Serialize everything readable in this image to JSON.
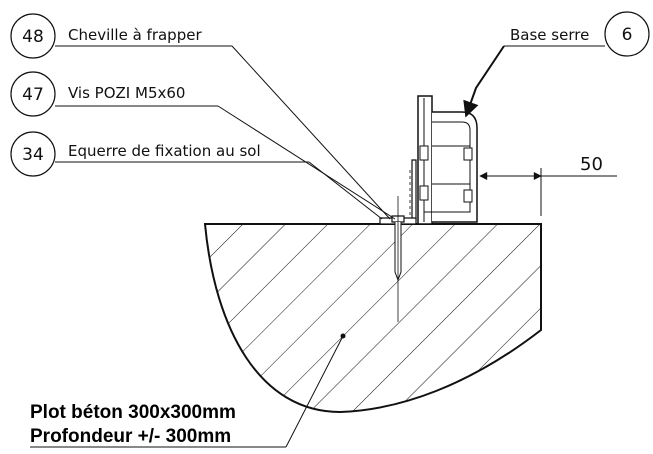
{
  "callouts": [
    {
      "number": "48",
      "text": "Cheville à frapper"
    },
    {
      "number": "47",
      "text": "Vis POZI M5x60"
    },
    {
      "number": "34",
      "text": "Equerre de fixation au sol"
    },
    {
      "number": "6",
      "text": "Base serre"
    }
  ],
  "dimension": {
    "value": "50"
  },
  "note": {
    "line1": "Plot béton 300x300mm",
    "line2": "Profondeur +/- 300mm"
  }
}
